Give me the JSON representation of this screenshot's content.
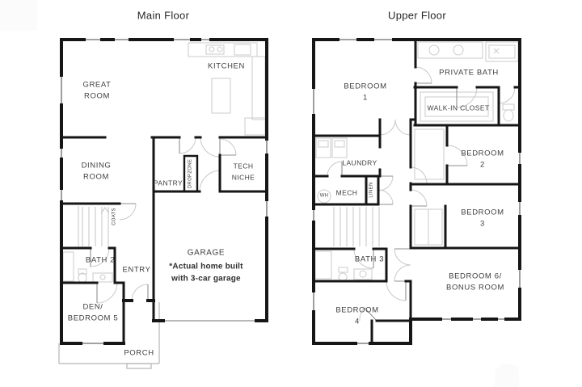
{
  "colors": {
    "background": "#ffffff",
    "wall": "#161616",
    "window": "#6a6a6a",
    "fixture": "#cfcfcf",
    "door_arc": "#c9c9c9",
    "leaf": "#8f8f8f",
    "stair": "#c9c9c9",
    "porch": "#b5b5b5",
    "label": "#3e3e3e",
    "title": "#262626"
  },
  "titles": {
    "main": "Main Floor",
    "upper": "Upper Floor"
  },
  "main_floor": {
    "rooms": {
      "great_room": {
        "l1": "GREAT",
        "l2": "ROOM"
      },
      "kitchen": {
        "l1": "KITCHEN"
      },
      "dining_room": {
        "l1": "DINING",
        "l2": "ROOM"
      },
      "pantry": {
        "l1": "PANTRY"
      },
      "dropzone": {
        "l1": "DROPZONE"
      },
      "tech_niche": {
        "l1": "TECH",
        "l2": "NICHE"
      },
      "coats": {
        "l1": "COATS"
      },
      "bath_2": {
        "l1": "BATH 2"
      },
      "entry": {
        "l1": "ENTRY"
      },
      "garage": {
        "l1": "GARAGE"
      },
      "garage_note": {
        "l1": "*Actual home built",
        "l2": "with 3-car garage"
      },
      "den_bedroom_5": {
        "l1": "DEN/",
        "l2": "BEDROOM 5"
      },
      "porch": {
        "l1": "PORCH"
      }
    }
  },
  "upper_floor": {
    "rooms": {
      "bedroom_1": {
        "l1": "BEDROOM",
        "l2": "1"
      },
      "private_bath": {
        "l1": "PRIVATE BATH"
      },
      "walk_in_closet": {
        "l1": "WALK-IN CLOSET"
      },
      "bedroom_2": {
        "l1": "BEDROOM",
        "l2": "2"
      },
      "laundry": {
        "l1": "LAUNDRY"
      },
      "mech": {
        "l1": "MECH"
      },
      "wh": {
        "l1": "WH"
      },
      "linen": {
        "l1": "LINEN"
      },
      "bedroom_3": {
        "l1": "BEDROOM",
        "l2": "3"
      },
      "bath_3": {
        "l1": "BATH 3"
      },
      "bedroom_6_bonus": {
        "l1": "BEDROOM 6/",
        "l2": "BONUS ROOM"
      },
      "bedroom_4": {
        "l1": "BEDROOM",
        "l2": "4"
      }
    }
  }
}
